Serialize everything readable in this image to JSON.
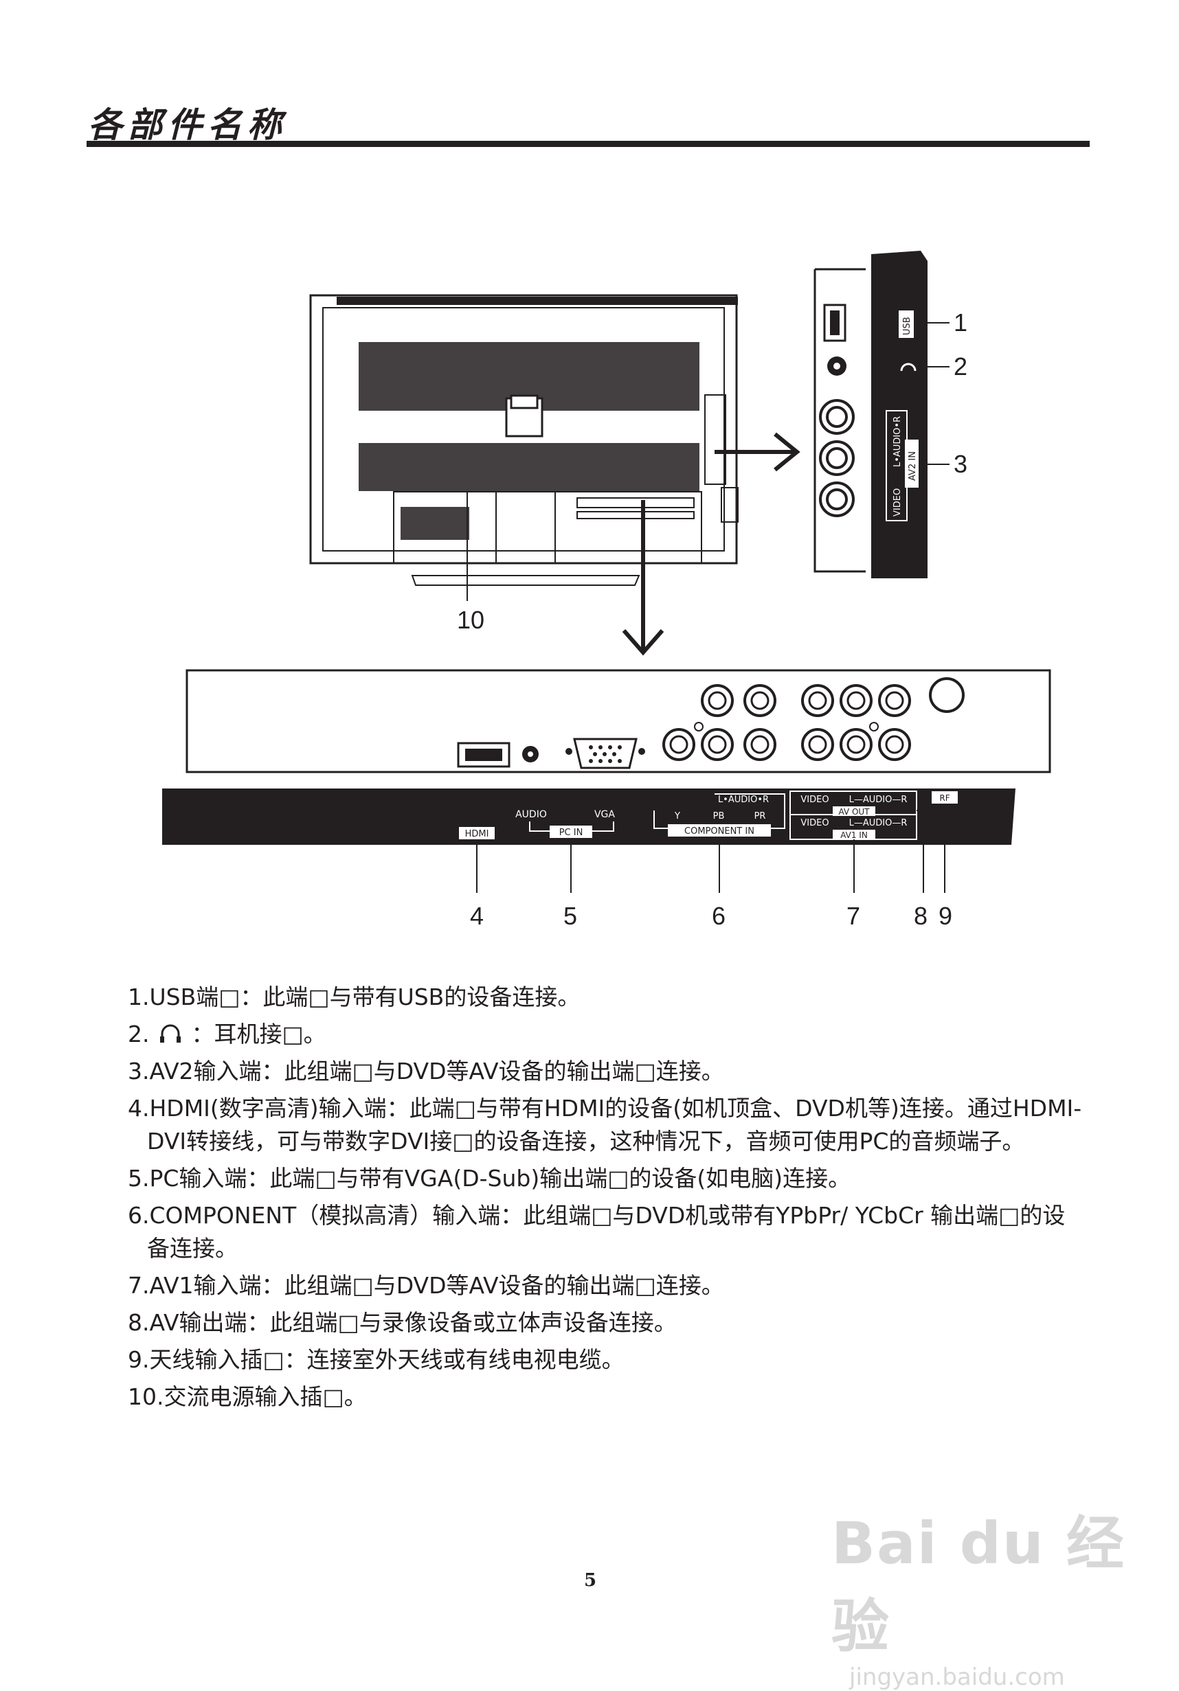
{
  "header": {
    "title": "各部件名称"
  },
  "diagram": {
    "callouts": [
      "1",
      "2",
      "3",
      "4",
      "5",
      "6",
      "7",
      "8",
      "9",
      "10"
    ],
    "side_panel": {
      "usb": "USB",
      "av2_audio": "L•AUDIO•R",
      "av2_in": "AV2 IN",
      "video": "VIDEO"
    },
    "bottom_panel": {
      "hdmi": "HDMI",
      "audio": "AUDIO",
      "vga": "VGA",
      "pc_in": "PC IN",
      "comp_audio": "L•AUDIO•R",
      "y": "Y",
      "pb": "PB",
      "pr": "PR",
      "component_in": "COMPONENT IN",
      "av_out_video": "VIDEO",
      "av_out_audio": "L—AUDIO—R",
      "av_out": "AV OUT",
      "av1_video": "VIDEO",
      "av1_audio": "L—AUDIO—R",
      "av1_in": "AV1 IN",
      "rf": "RF"
    }
  },
  "descriptions": [
    "1.USB端□：此端□与带有USB的设备连接。",
    "2.",
    "：耳机接□。",
    "3.AV2输入端：此组端□与DVD等AV设备的输出端□连接。",
    "4.HDMI(数字高清)输入端：此端□与带有HDMI的设备(如机顶盒、DVD机等)连接。通过HDMI-DVI转接线，可与带数字DVI接□的设备连接，这种情况下，音频可使用PC的音频端子。",
    "5.PC输入端：此端□与带有VGA(D-Sub)输出端□的设备(如电脑)连接。",
    "6.COMPONENT（模拟高清）输入端：此组端□与DVD机或带有YPbPr/ YCbCr 输出端□的设备连接。",
    "7.AV1输入端：此组端□与DVD等AV设备的输出端□连接。",
    "8.AV输出端：此组端□与录像设备或立体声设备连接。",
    "9.天线输入插□：连接室外天线或有线电视电缆。",
    "10.交流电源输入插□。"
  ],
  "footer": {
    "page_number": "5"
  },
  "watermark": {
    "brand": "Bai du 经验",
    "url": "jingyan.baidu.com"
  }
}
